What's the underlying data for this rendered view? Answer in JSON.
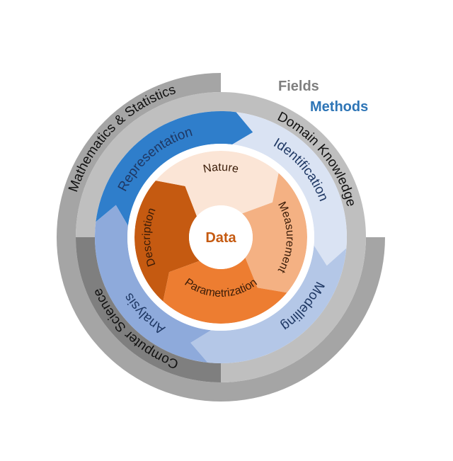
{
  "legend": {
    "fields": "Fields",
    "methods": "Methods"
  },
  "colors": {
    "fields_legend": "#7f7f7f",
    "methods_legend": "#2e75b6",
    "data_text": "#c55a11",
    "field_text": "#111111",
    "method_text": "#1f3864",
    "core_text": "#3a1c08"
  },
  "fields": {
    "outer": "Mathematics & Statistics",
    "domain": "Domain Knowledge",
    "cs": "Computer Science"
  },
  "methods": [
    {
      "label": "Representation",
      "color": "#2f7ecb"
    },
    {
      "label": "Identification",
      "color": "#dae3f3"
    },
    {
      "label": "Modelling",
      "color": "#b4c7e7"
    },
    {
      "label": "Analysis",
      "color": "#8eaadb"
    }
  ],
  "core": [
    {
      "label": "Description",
      "color": "#c55a11"
    },
    {
      "label": "Nature",
      "color": "#fbe5d6"
    },
    {
      "label": "Measurement",
      "color": "#f4b183"
    },
    {
      "label": "Parametrization",
      "color": "#ed7d31"
    }
  ],
  "center": {
    "label": "Data"
  }
}
